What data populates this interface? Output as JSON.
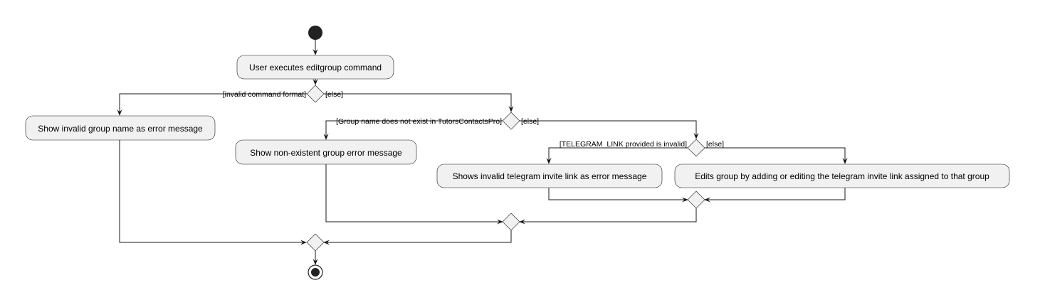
{
  "diagram": {
    "type": "activity",
    "actions": {
      "start_action": "User executes editgroup command",
      "invalid_format": "Show invalid group name as error message",
      "nonexistent_group": "Show non-existent group error message",
      "invalid_link": "Shows invalid telegram invite link as error message",
      "edit_group": "Edits group by adding or editing the telegram invite link assigned to that group"
    },
    "guards": {
      "g1_left": "[invalid command format]",
      "g1_right": "[else]",
      "g2_left": "[Group name does not exist in TutorsContactsPro]",
      "g2_right": "[else]",
      "g3_left": "[TELEGRAM_LINK provided is invalid]",
      "g3_right": "[else]"
    },
    "colors": {
      "action_fill": "#f1f1f1",
      "stroke": "#181818",
      "start_node": "#222222"
    }
  }
}
